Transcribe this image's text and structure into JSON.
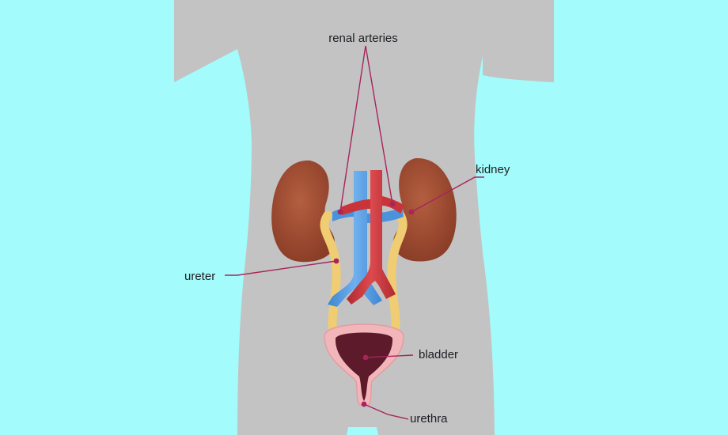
{
  "labels": {
    "renal_arteries": "renal arteries",
    "kidney": "kidney",
    "ureter": "ureter",
    "bladder": "bladder",
    "urethra": "urethra"
  },
  "colors": {
    "background": "#a4fbfb",
    "body_silhouette": "#c3c3c4",
    "kidney": "#9a4a30",
    "vein": "#4a93dc",
    "artery": "#c9343a",
    "ureter": "#f0cd72",
    "bladder_wall": "#f2b6ba",
    "bladder_interior": "#5c1a2a",
    "leader_line": "#a8245a"
  }
}
